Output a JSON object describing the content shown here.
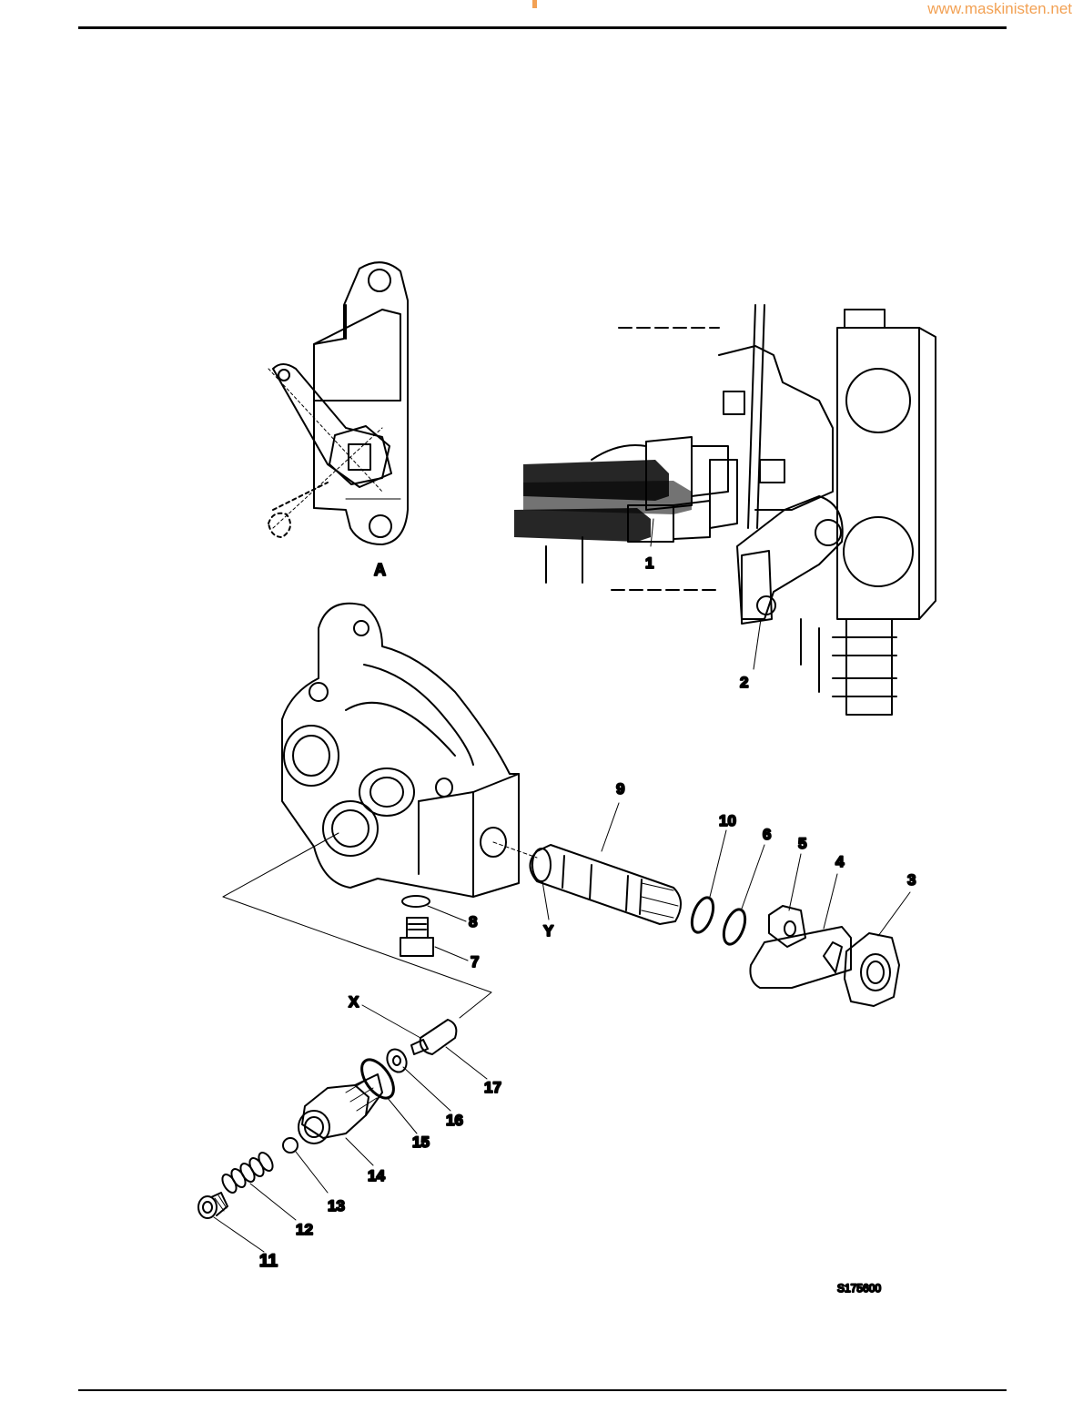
{
  "header": {
    "site_url": "www.maskinisten.net",
    "accent_color": "#f2a154"
  },
  "diagram": {
    "view_label": "A",
    "reference_code": "S175600",
    "callouts": [
      "1",
      "2",
      "3",
      "4",
      "5",
      "6",
      "7",
      "8",
      "9",
      "10",
      "11",
      "12",
      "13",
      "14",
      "15",
      "16",
      "17",
      "X",
      "Y"
    ]
  }
}
